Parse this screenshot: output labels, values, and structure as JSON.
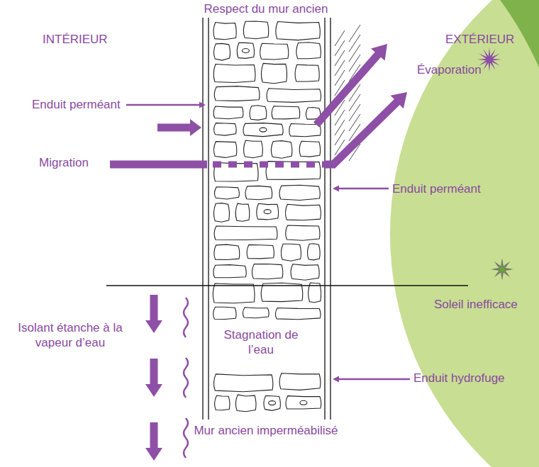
{
  "diagram": {
    "labels": [
      "Respect du mur ancien",
      "INTÉRIEUR",
      "EXTÉRIEUR",
      "Enduit perméant",
      "Évaporation",
      "Migration",
      "Enduit perméant",
      "Isolant étanche à la vapeur d’eau",
      "Soleil inefficace",
      "Stagnation de l’eau",
      "Enduit hydrofuge",
      "Mur ancien imperméabilisé"
    ]
  }
}
